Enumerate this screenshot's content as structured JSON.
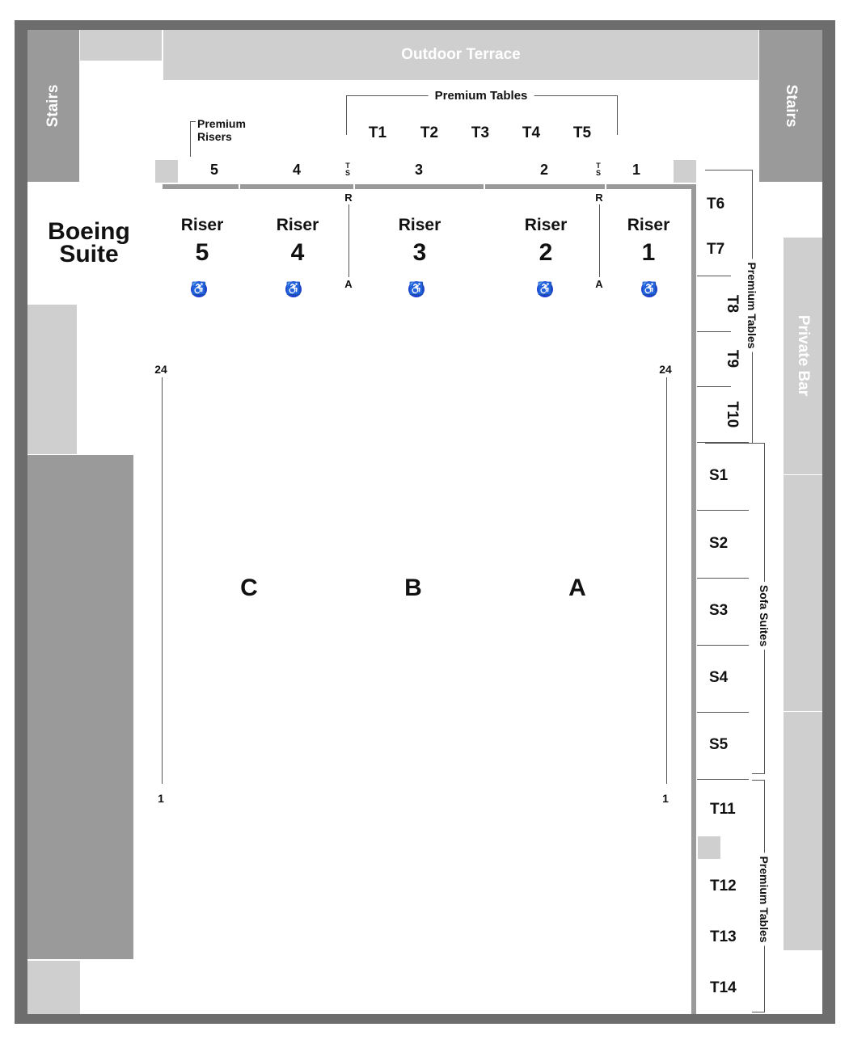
{
  "areas": {
    "outdoor_terrace": "Outdoor Terrace",
    "stairs_left": "Stairs",
    "stairs_right": "Stairs",
    "private_bar": "Private Bar",
    "boeing_suite_line1": "Boeing",
    "boeing_suite_line2": "Suite"
  },
  "premium_tables_top": {
    "label": "Premium Tables",
    "tables": [
      "T1",
      "T2",
      "T3",
      "T4",
      "T5"
    ]
  },
  "premium_risers": {
    "label_line1": "Premium",
    "label_line2": "Risers",
    "numbers": [
      "5",
      "4",
      "3",
      "2",
      "1"
    ]
  },
  "ts_markers": [
    "T",
    "S"
  ],
  "ra_markers": [
    "R",
    "A"
  ],
  "risers": [
    {
      "label": "Riser",
      "number": "5"
    },
    {
      "label": "Riser",
      "number": "4"
    },
    {
      "label": "Riser",
      "number": "3"
    },
    {
      "label": "Riser",
      "number": "2"
    },
    {
      "label": "Riser",
      "number": "1"
    }
  ],
  "wheelchair_icon": "wheelchair-icon",
  "floor_sections": [
    "C",
    "B",
    "A"
  ],
  "row_markers": {
    "top": "24",
    "bottom": "1"
  },
  "right_premium_tables_1": {
    "label": "Premium Tables",
    "tables": [
      "T6",
      "T7",
      "T8",
      "T9",
      "T10"
    ]
  },
  "sofa_suites": {
    "label": "Sofa Suites",
    "suites": [
      "S1",
      "S2",
      "S3",
      "S4",
      "S5"
    ]
  },
  "right_premium_tables_2": {
    "label": "Premium Tables",
    "tables": [
      "T11",
      "T12",
      "T13",
      "T14"
    ]
  },
  "colors": {
    "frame": "#6d6d6d",
    "dark_block": "#9a9a9a",
    "light_block": "#cfcfcf",
    "accessible": "#1e3fcf"
  }
}
